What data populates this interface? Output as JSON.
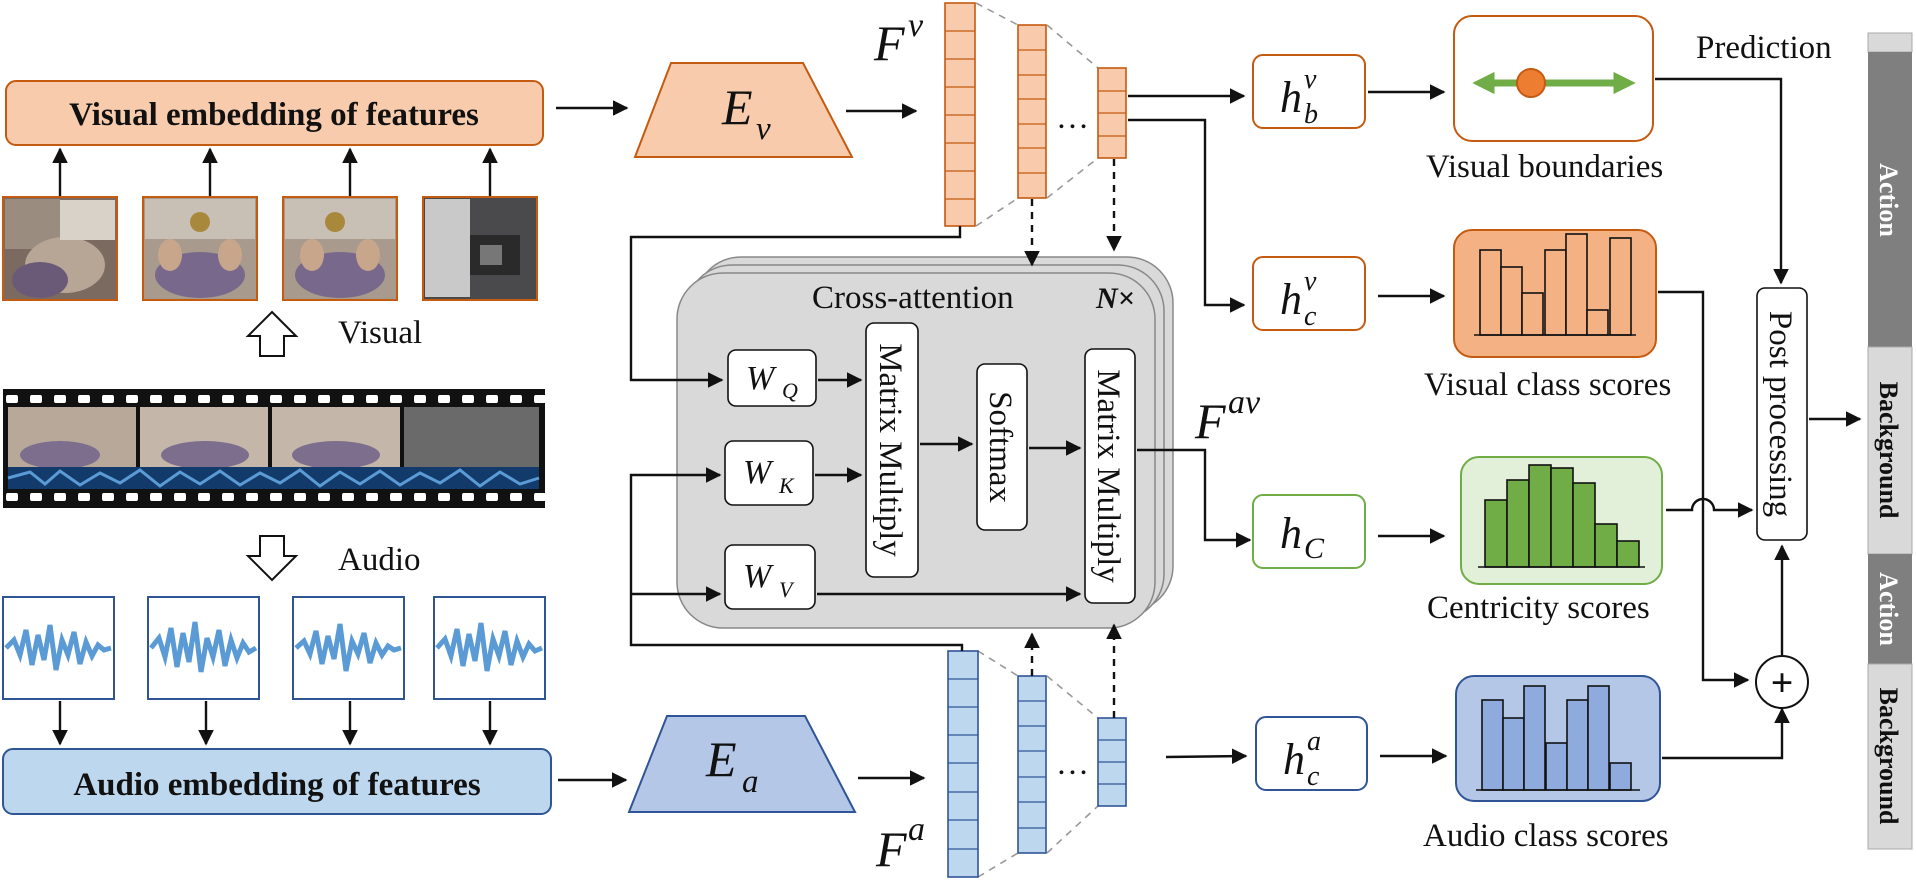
{
  "visual_embedding_label": "Visual embedding of features",
  "audio_embedding_label": "Audio embedding of features",
  "visual_label": "Visual",
  "audio_label": "Audio",
  "encoder_visual": {
    "main": "E",
    "sub": "v"
  },
  "encoder_audio": {
    "main": "E",
    "sub": "a"
  },
  "feature_visual": {
    "main": "F",
    "sup": "v"
  },
  "feature_audio": {
    "main": "F",
    "sup": "a"
  },
  "feature_av": {
    "main": "F",
    "sup": "av"
  },
  "ellipsis": "…",
  "cross_attention": {
    "title": "Cross-attention",
    "repeat": "N×",
    "wq": {
      "main": "W",
      "sub": "Q"
    },
    "wk": {
      "main": "W",
      "sub": "K"
    },
    "wv": {
      "main": "W",
      "sub": "V"
    },
    "matmul1": "Matrix Multiply",
    "softmax": "Softmax",
    "matmul2": "Matrix Multiply"
  },
  "heads": {
    "hbv": {
      "main": "h",
      "sub": "b",
      "sup": "v"
    },
    "hcv": {
      "main": "h",
      "sub": "c",
      "sup": "v"
    },
    "hc": {
      "main": "h",
      "sub": "C"
    },
    "hca": {
      "main": "h",
      "sub": "c",
      "sup": "a"
    }
  },
  "outputs": {
    "visual_boundaries": "Visual boundaries",
    "visual_class_scores": "Visual class scores",
    "centricity_scores": "Centricity scores",
    "audio_class_scores": "Audio class scores"
  },
  "prediction_label": "Prediction",
  "post_processing": "Post processing",
  "plus": "+",
  "prediction_bar": [
    "Action",
    "Background",
    "Action",
    "Background"
  ],
  "colors": {
    "visual_fill": "#f8cbad",
    "visual_stroke": "#c55a11",
    "audio_fill": "#bdd7ee",
    "audio_stroke": "#2f5597",
    "green": "#70ad47",
    "green_bg": "#e2f0d9",
    "arrow_green": "#70ad47",
    "dot_orange": "#ed7d31",
    "audio_wave": "#5b9bd5",
    "action_gray": "#7f7f7f",
    "background_gray": "#d9d9d9"
  }
}
